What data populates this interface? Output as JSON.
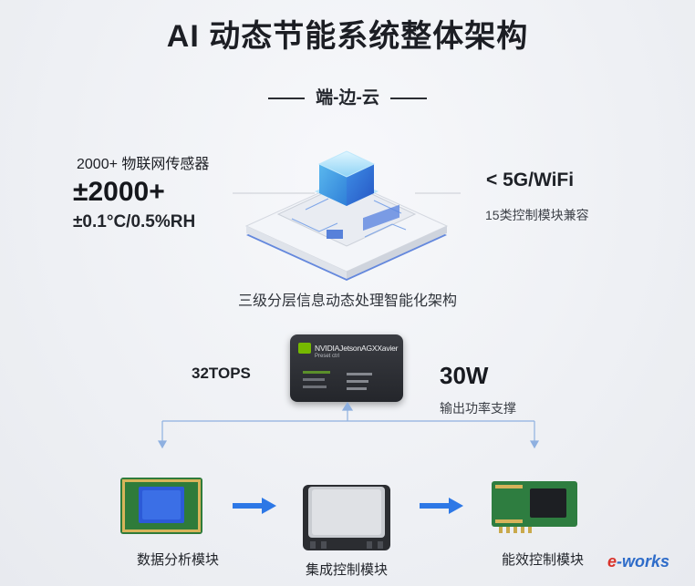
{
  "title": "AI 动态节能系统整体架构",
  "subtitle": "端-边-云",
  "sensors": {
    "label": "2000+ 物联网传感器",
    "count": "±2000+",
    "accuracy": "±0.1°C/0.5%RH"
  },
  "connectivity": {
    "label": "< 5G/WiFi",
    "sub": "15类控制模块兼容"
  },
  "architecture_caption": "三级分层信息动态处理智能化架构",
  "edge_board": {
    "name": "NVIDIAJetsonAGXXavier",
    "sub": "Preset ctrl",
    "compute": "32TOPS",
    "power": "30W",
    "power_sub": "输出功率支撑"
  },
  "modules": [
    {
      "label": "数据分析模块"
    },
    {
      "label": "集成控制模块"
    },
    {
      "label": "能效控制模块"
    }
  ],
  "watermark": {
    "e": "e",
    "rest": "-works"
  },
  "colors": {
    "accent_blue": "#2d78e6",
    "arrow_blue": "#6f9fdc",
    "nvidia_green": "#76b900"
  }
}
